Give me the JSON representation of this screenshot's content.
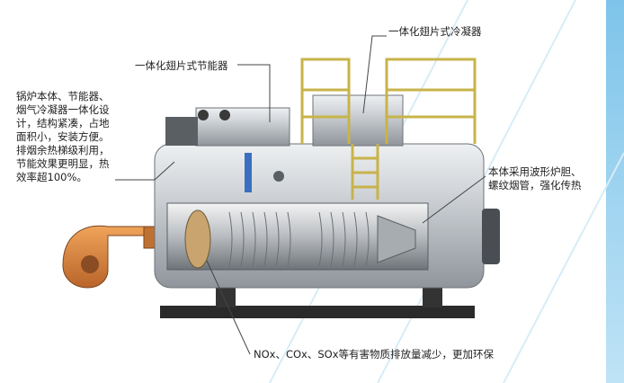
{
  "labels": {
    "condenser": "一体化翅片式冷凝器",
    "economizer": "一体化翅片式节能器",
    "left_note": "锅炉本体、节能器、\n烟气冷凝器一体化设\n计，结构紧凑，占地\n面积小，安装方便。\n排烟余热梯级利用，\n节能效果更明显，热\n效率超100%。",
    "right_note": "本体采用波形炉胆、\n螺纹烟管，强化传热",
    "bottom_note": "NOx、COx、SOx等有害物质排放量减少，更加环保"
  },
  "colors": {
    "shell": "#d3d6da",
    "shell_dark": "#9ea3a8",
    "burner": "#d9843a",
    "rail": "#c8b34a",
    "base": "#202020",
    "background_stripe": "#8ccbee"
  }
}
